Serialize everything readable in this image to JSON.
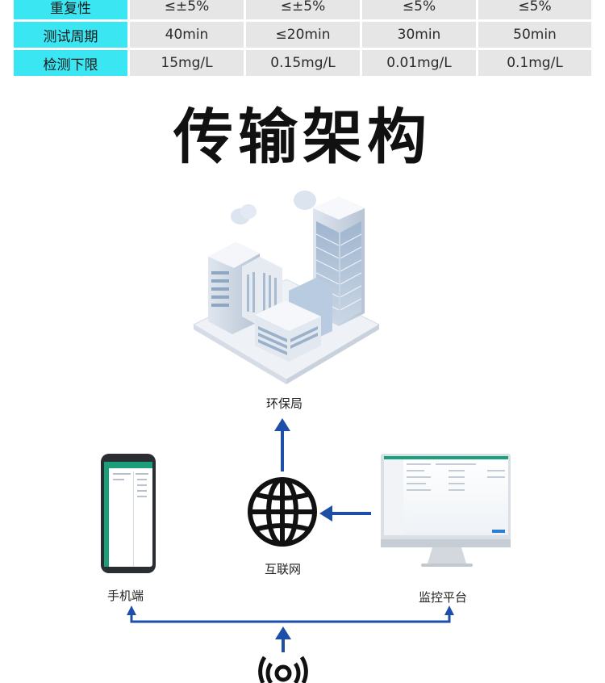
{
  "spec_table": {
    "rows": [
      {
        "label": "重复性",
        "values": [
          "≤±5%",
          "≤±5%",
          "≤5%",
          "≤5%"
        ]
      },
      {
        "label": "测试周期",
        "values": [
          "40min",
          "≤20min",
          "30min",
          "50min"
        ]
      },
      {
        "label": "检测下限",
        "values": [
          "15mg/L",
          "0.15mg/L",
          "0.01mg/L",
          "0.1mg/L"
        ]
      }
    ]
  },
  "section_title": "传输架构",
  "nodes": {
    "epa": "环保局",
    "internet": "互联网",
    "mobile": "手机端",
    "platform": "监控平台"
  },
  "colors": {
    "header_cyan": "#39e6f2",
    "cell_gray": "#e6e6e6",
    "arrow_blue": "#1d4fa8"
  }
}
